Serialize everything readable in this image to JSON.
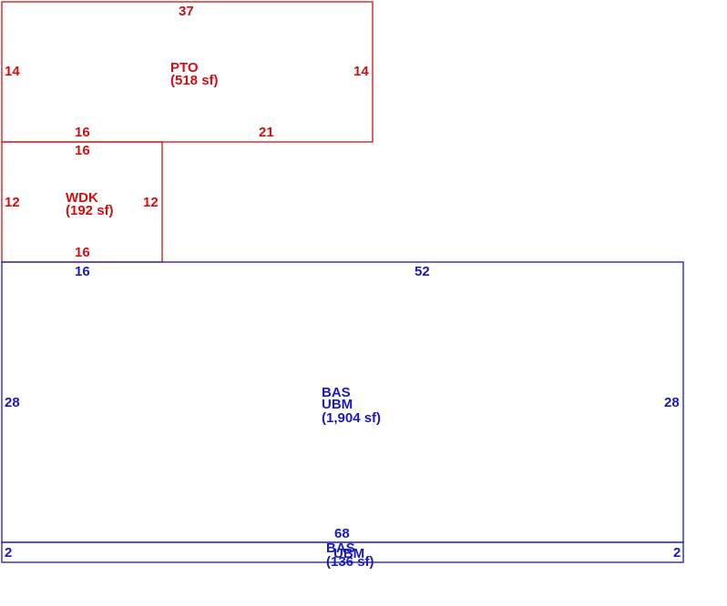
{
  "colors": {
    "upper_level": "#d01010",
    "main_level": "#1a1ab8",
    "background": "#ffffff"
  },
  "areas": {
    "pto": {
      "code": "PTO",
      "area": "(518 sf)",
      "dims": {
        "top": "37",
        "left": "14",
        "right": "14",
        "bottom_a": "16",
        "bottom_b": "21"
      }
    },
    "wdk": {
      "code": "WDK",
      "area": "(192 sf)",
      "dims": {
        "top": "16",
        "left": "12",
        "right": "12",
        "bottom": "16"
      }
    },
    "bas_main": {
      "code": "BAS",
      "code2": "UBM",
      "area": "(1,904 sf)",
      "dims": {
        "top_a": "16",
        "top_b": "52",
        "left": "28",
        "right": "28"
      }
    },
    "bas_strip": {
      "code": "BAS",
      "code2": "UBM",
      "area": "(136 sf)",
      "dims": {
        "top": "68",
        "left": "2",
        "right": "2"
      }
    }
  }
}
